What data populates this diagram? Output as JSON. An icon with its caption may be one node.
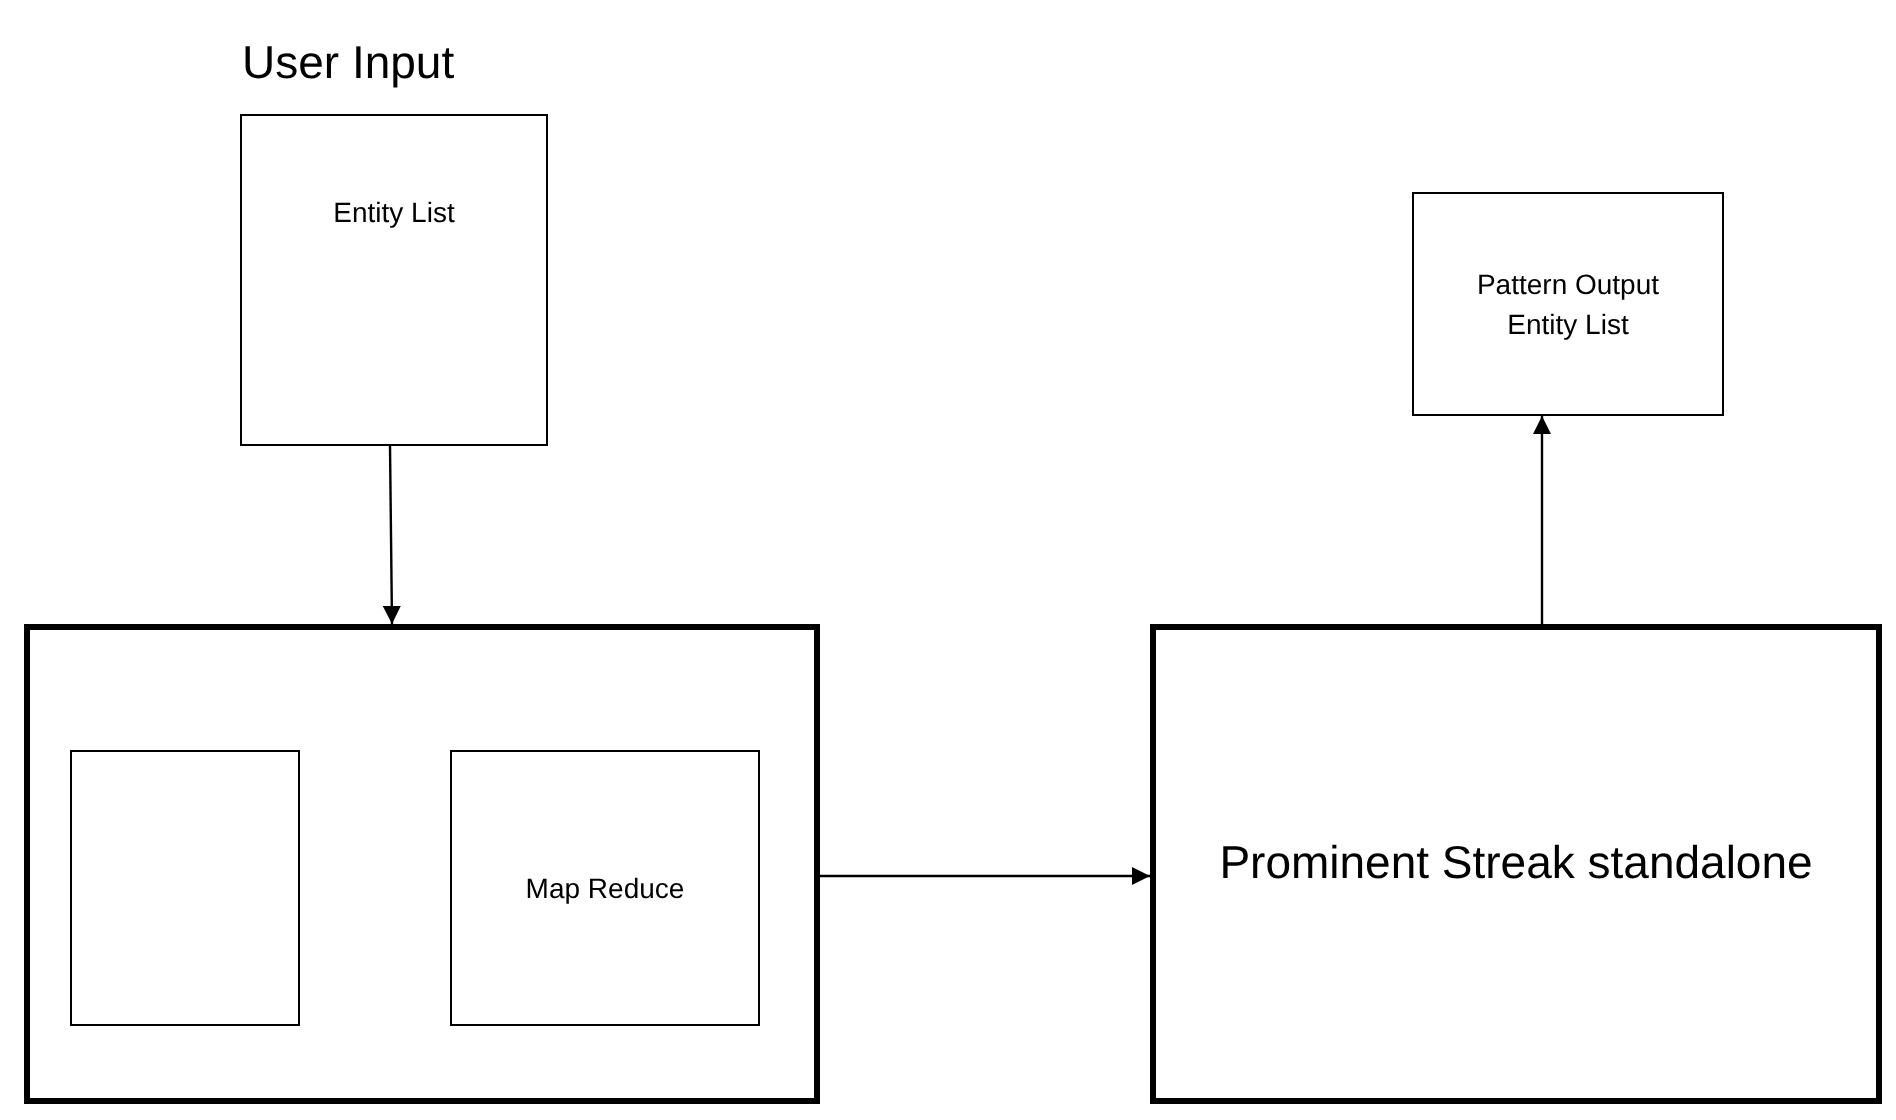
{
  "diagram": {
    "nodes": [
      {
        "text": [
          "User Input",
          "Entity List"
        ]
      },
      {
        "text": [],
        "shape": "box"
      },
      {
        "text": [],
        "shape": "box",
        "in": 1
      },
      {
        "text": [
          "Map Reduce"
        ],
        "in": 1
      },
      {
        "text": [
          "Prominent Streak standalone"
        ]
      },
      {
        "text": [
          "Pattern Output Entity List"
        ]
      }
    ],
    "edges": [
      {
        "from": 0,
        "to": 1,
        "arrow": "to"
      },
      {
        "from": 1,
        "to": 4,
        "arrow": "to"
      },
      {
        "from": 4,
        "to": 5,
        "arrow": "to"
      }
    ]
  }
}
